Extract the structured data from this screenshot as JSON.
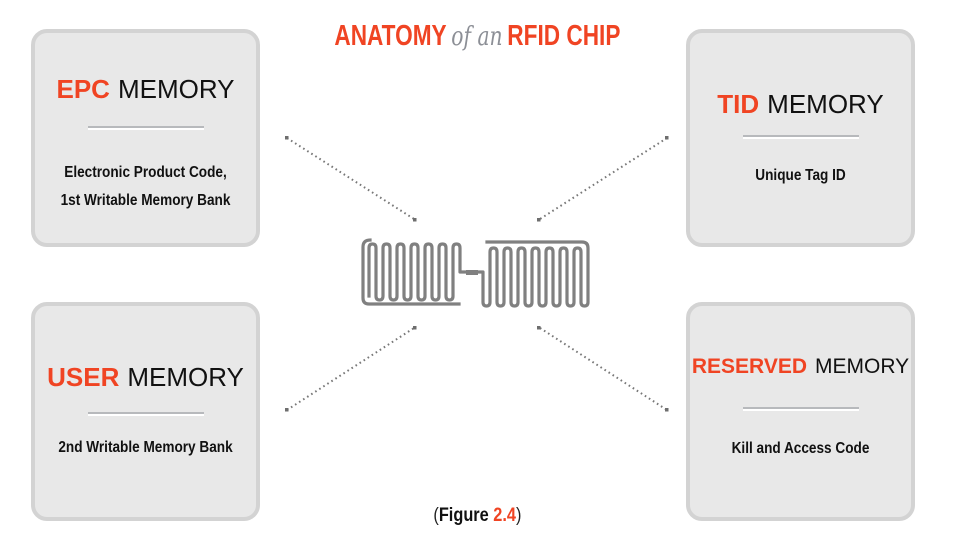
{
  "title": {
    "part1": "ANATOMY",
    "script": "of an",
    "part2": "RFID CHIP"
  },
  "colors": {
    "accent": "#f04423",
    "card_bg": "#e8e8e8",
    "card_border": "#d3d3d3",
    "text": "#111111",
    "connector": "#6e6e6e",
    "chip": "#808080"
  },
  "cards": {
    "epc": {
      "accent": "EPC",
      "label": "MEMORY",
      "lines": [
        "Electronic Product Code,",
        "1st Writable Memory Bank"
      ]
    },
    "tid": {
      "accent": "TID",
      "label": "MEMORY",
      "lines": [
        "Unique Tag ID"
      ]
    },
    "user": {
      "accent": "USER",
      "label": "MEMORY",
      "lines": [
        "2nd Writable Memory Bank"
      ]
    },
    "reserved": {
      "accent": "RESERVED",
      "label": "MEMORY",
      "lines": [
        "Kill and Access Code"
      ]
    }
  },
  "center": {
    "icon": "rfid-antenna-icon"
  },
  "caption": {
    "open": "(",
    "word": "Figure",
    "number": "2.4",
    "close": ")"
  }
}
